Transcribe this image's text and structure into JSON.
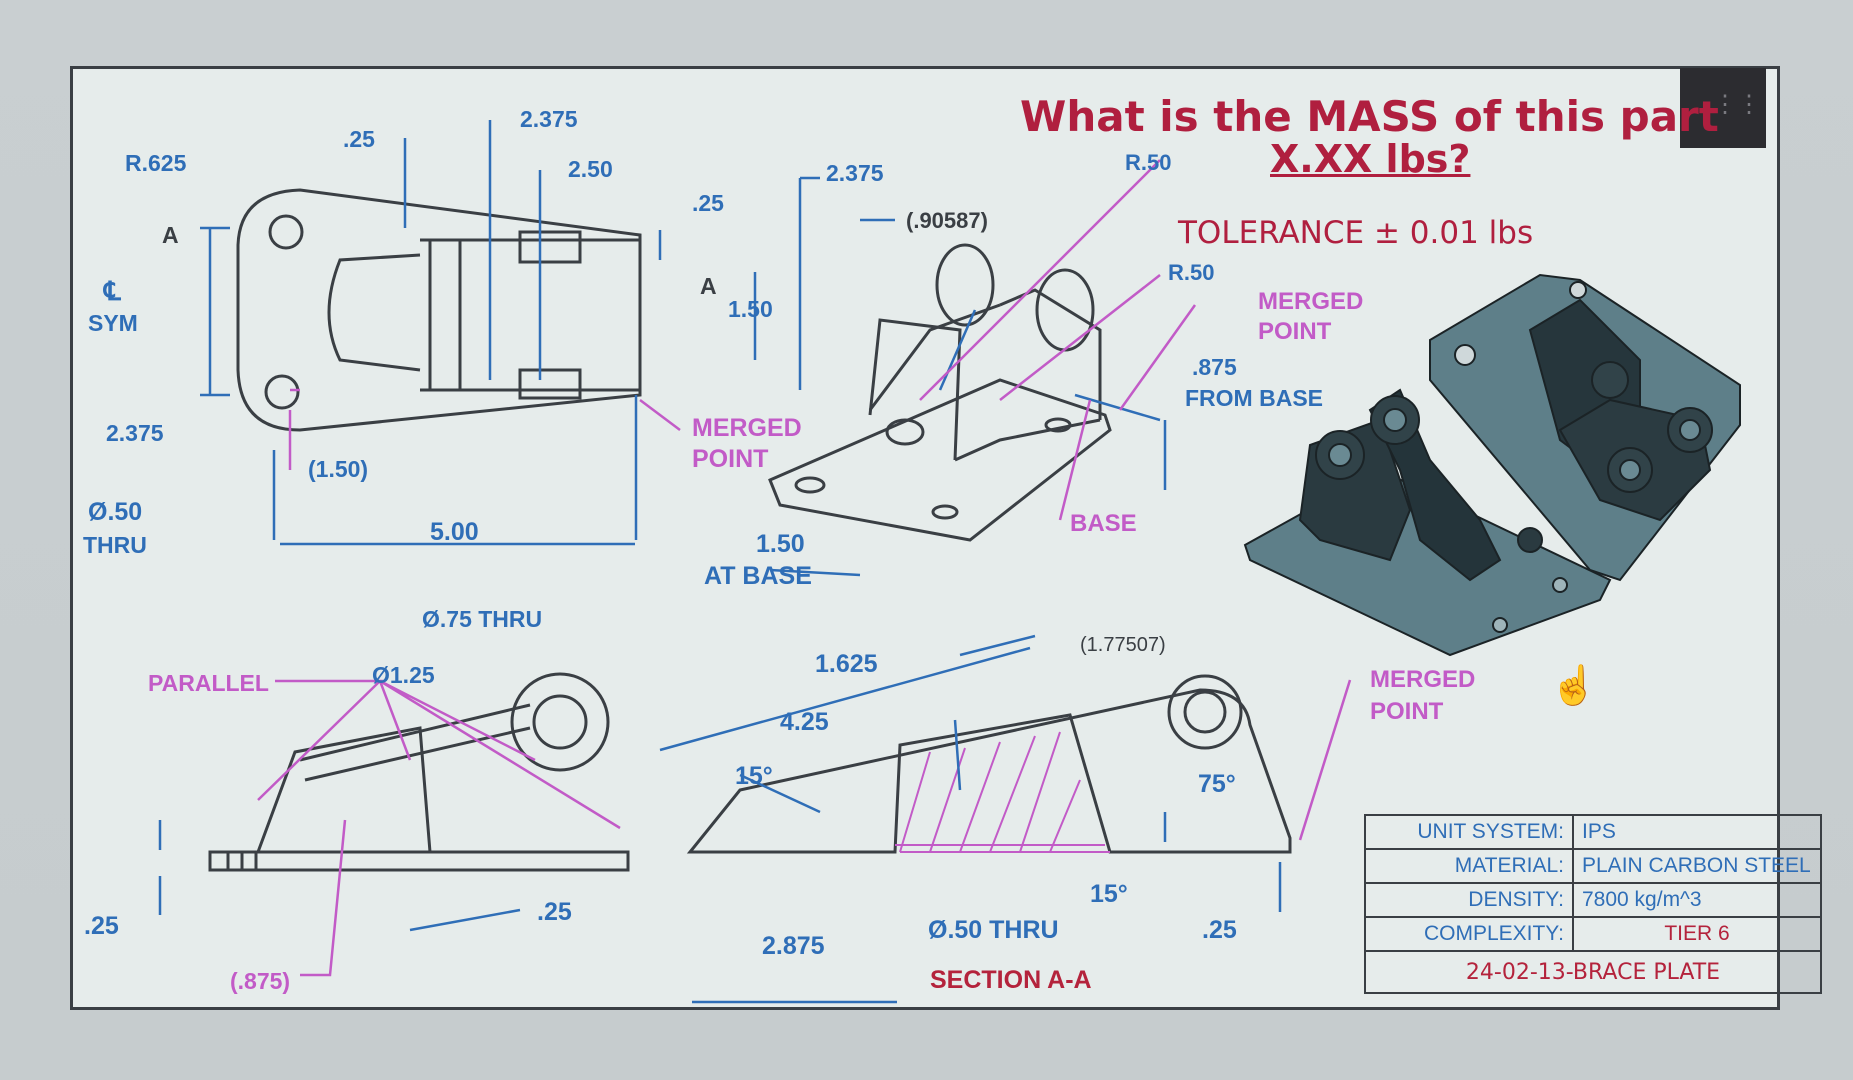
{
  "question": {
    "title": "What is the MASS of this part",
    "answer_placeholder": "X.XX lbs?",
    "tolerance": "TOLERANCE ± 0.01 lbs"
  },
  "top_view": {
    "dims": {
      "r625": "R.625",
      "d25a": ".25",
      "d2375a": "2.375",
      "d250": "2.50",
      "d2375b": "2.375",
      "d25b": ".25",
      "d150": "1.50",
      "d2375c": "2.375",
      "d150ref": "(1.50)",
      "d500": "5.00",
      "hole": "Ø.50",
      "thru": "THRU",
      "section_a": "A",
      "section_a2": "A",
      "cl": "℄",
      "sym": "SYM"
    },
    "merged_point": [
      "MERGED",
      "POINT"
    ]
  },
  "iso_view": {
    "dims": {
      "ref90587": "(.90587)",
      "r50a": "R.50",
      "r50b": "R.50",
      "d875": ".875",
      "from_base": "FROM BASE",
      "d150": "1.50",
      "at_base": "AT BASE",
      "base": "BASE"
    },
    "merged_point": [
      "MERGED",
      "POINT"
    ]
  },
  "side_view": {
    "dims": {
      "d75": "Ø.75 THRU",
      "d125": "Ø1.25",
      "parallel": "PARALLEL",
      "d25a": ".25",
      "d25b": ".25",
      "d875ref": "(.875)"
    }
  },
  "section_view": {
    "dims": {
      "d1625": "1.625",
      "d425": "4.25",
      "d15a": "15°",
      "ref177507": "(1.77507)",
      "d75deg": "75°",
      "d15b": "15°",
      "d2875": "2.875",
      "hole": "Ø.50 THRU",
      "d25": ".25"
    },
    "label": "SECTION A-A",
    "merged_point": [
      "MERGED",
      "POINT"
    ]
  },
  "title_block": {
    "unit_label": "UNIT SYSTEM:",
    "unit_value": "IPS",
    "material_label": "MATERIAL:",
    "material_value": "PLAIN CARBON STEEL",
    "density_label": "DENSITY:",
    "density_value": "7800  kg/m^3",
    "complexity_label": "COMPLEXITY:",
    "complexity_value": "TIER 6",
    "drawing_name": "24-02-13-BRACE PLATE"
  },
  "colors": {
    "dimension": "#2f6eb7",
    "annotation": "#c25bc7",
    "title": "#b01f3f",
    "outline": "#3a3f44"
  }
}
